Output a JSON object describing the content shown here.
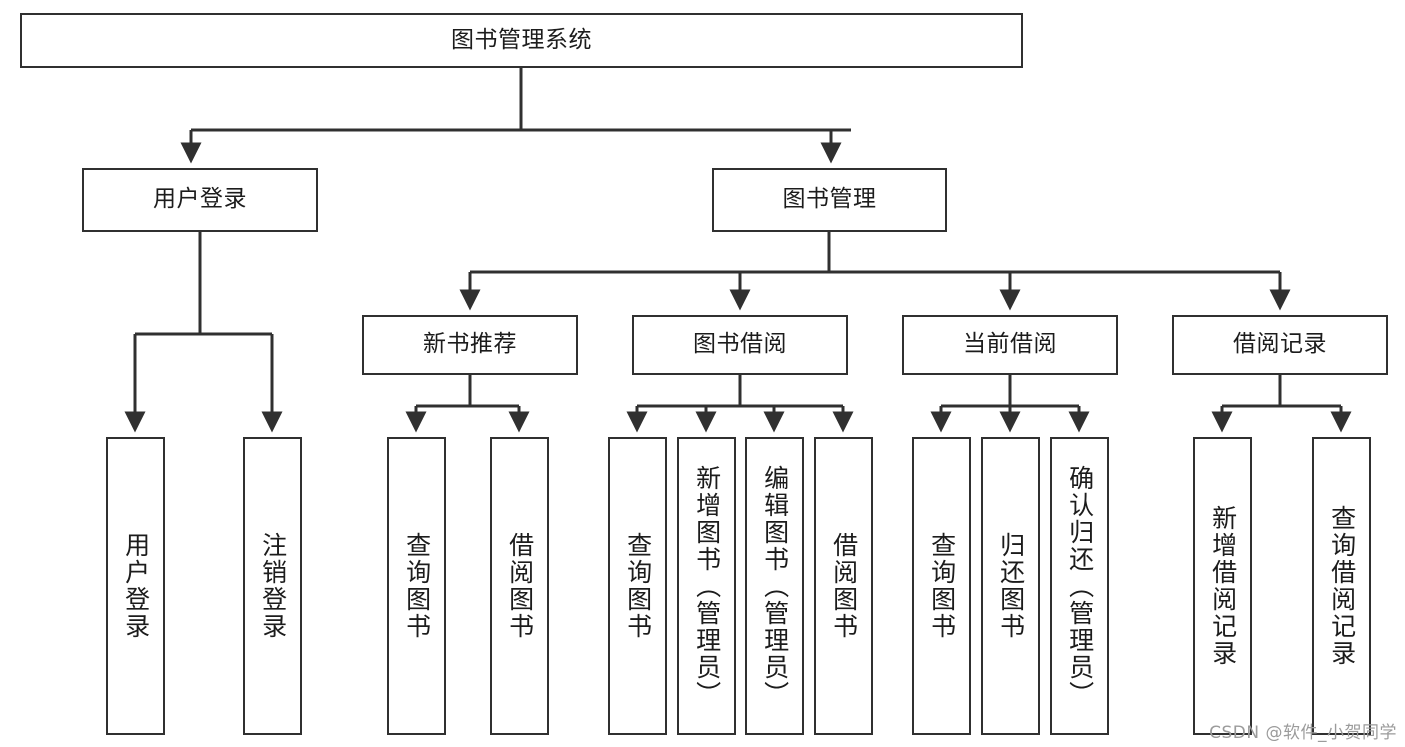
{
  "diagram": {
    "title": "图书管理系统",
    "type": "tree-hierarchy",
    "watermark": "CSDN @软件_小贺同学",
    "colors": {
      "stroke": "#303030",
      "fill": "#ffffff",
      "text": "#1c1c1c",
      "watermark": "#9b9b9b"
    },
    "root": {
      "label": "图书管理系统"
    },
    "level2": [
      {
        "label": "用户登录"
      },
      {
        "label": "图书管理"
      }
    ],
    "level3": [
      {
        "label": "新书推荐"
      },
      {
        "label": "图书借阅"
      },
      {
        "label": "当前借阅"
      },
      {
        "label": "借阅记录"
      }
    ],
    "leaves": {
      "user_login": [
        {
          "label": "用户登录"
        },
        {
          "label": "注销登录"
        }
      ],
      "new_book": [
        {
          "label": "查询图书"
        },
        {
          "label": "借阅图书"
        }
      ],
      "book_borrow": [
        {
          "label": "查询图书"
        },
        {
          "label": "新增图书（管理员）"
        },
        {
          "label": "编辑图书（管理员）"
        },
        {
          "label": "借阅图书"
        }
      ],
      "current_borrow": [
        {
          "label": "查询图书"
        },
        {
          "label": "归还图书"
        },
        {
          "label": "确认归还（管理员）"
        }
      ],
      "borrow_record": [
        {
          "label": "新增借阅记录"
        },
        {
          "label": "查询借阅记录"
        }
      ]
    }
  }
}
